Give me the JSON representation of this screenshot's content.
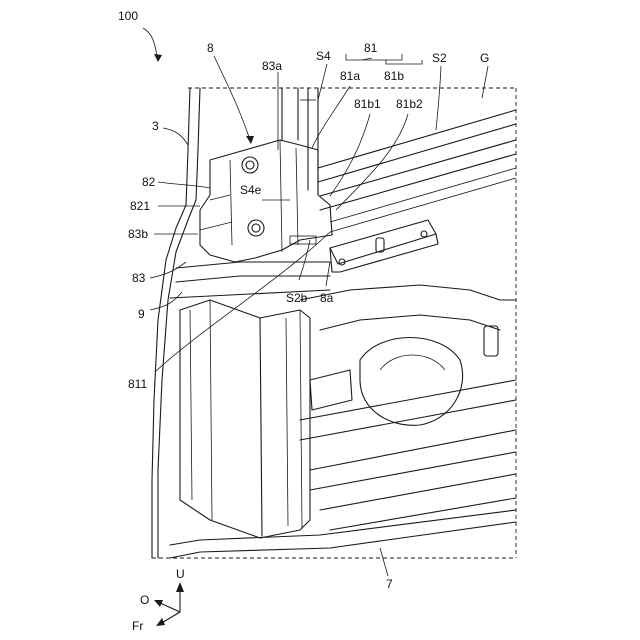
{
  "labels": {
    "l100": "100",
    "l8": "8",
    "l83a": "83a",
    "lS4": "S4",
    "l81": "81",
    "lS2": "S2",
    "lG": "G",
    "l81a": "81a",
    "l81b": "81b",
    "l3": "3",
    "l81b1": "81b1",
    "l81b2": "81b2",
    "lS4e": "S4e",
    "l82": "82",
    "l821": "821",
    "l83b": "83b",
    "l83": "83",
    "lS2b": "S2b",
    "l8a": "8a",
    "l9": "9",
    "l811": "811",
    "l7": "7"
  },
  "axes": {
    "up": "U",
    "outward": "O",
    "front": "Fr"
  }
}
